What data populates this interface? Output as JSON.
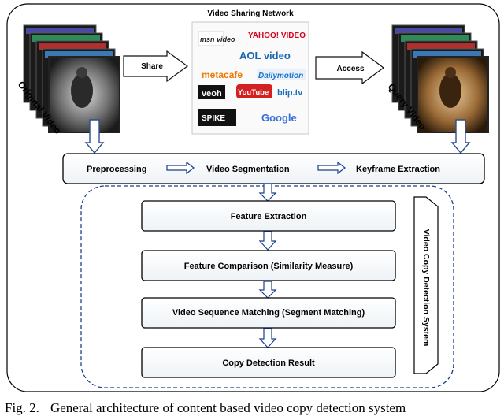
{
  "network": {
    "title": "Video Sharing Network",
    "logos": [
      {
        "text": "msn video",
        "color": "#222222"
      },
      {
        "text": "YAHOO! VIDEO",
        "color": "#d6001c"
      },
      {
        "text": "AOL video",
        "color": "#1a66b2"
      },
      {
        "text": "metacafe",
        "color": "#f07800"
      },
      {
        "text": "Dailymotion",
        "color": "#1c73c9"
      },
      {
        "text": "veoh",
        "color": "#ffffff"
      },
      {
        "text": "YouTube",
        "color": "#ffffff"
      },
      {
        "text": "blip.tv",
        "color": "#1e6fbf"
      },
      {
        "text": "SPIKE",
        "color": "#ffffff"
      },
      {
        "text": "Google",
        "color": "#3a6fd8"
      }
    ]
  },
  "share_label": "Share",
  "access_label": "Access",
  "original_video_label": "Original Video",
  "query_video_label": "Query Video",
  "pipeline": {
    "preprocessing": "Preprocessing",
    "segmentation": "Video Segmentation",
    "keyframe": "Keyframe Extraction"
  },
  "system": {
    "label": "Video Copy Detection System",
    "steps": [
      "Feature Extraction",
      "Feature Comparison (Similarity Measure)",
      "Video Sequence Matching (Segment Matching)",
      "Copy Detection Result"
    ]
  },
  "caption": {
    "fig": "Fig. 2.",
    "text": "General architecture of content based video copy detection system"
  }
}
